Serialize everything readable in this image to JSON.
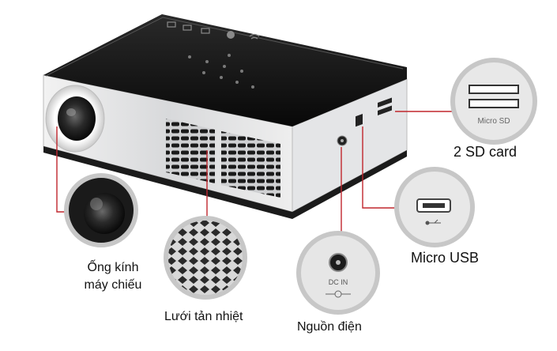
{
  "callouts": {
    "lens": {
      "line1": "Ống kính",
      "line2": "máy chiếu"
    },
    "vent": {
      "label": "Lưới tản nhiệt"
    },
    "power": {
      "label": "Nguồn điện",
      "port_text": "DC IN"
    },
    "usb": {
      "label": "Micro USB"
    },
    "sd": {
      "label": "2 SD card",
      "slot_text": "Micro SD"
    }
  },
  "colors": {
    "leader_line": "#c0262d",
    "device_top": "#111111",
    "device_body": "#d9dadc",
    "callout_ring": "#b5b5b5"
  },
  "icons": [
    "wifi-icon",
    "android-icon",
    "usb-symbol-icon",
    "dc-polarity-icon"
  ]
}
